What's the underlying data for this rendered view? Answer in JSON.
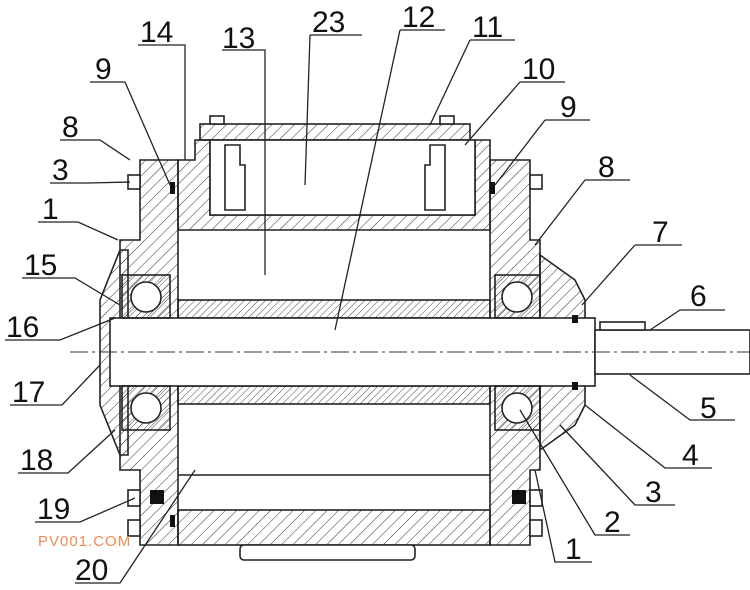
{
  "drawing": {
    "title": "Motor assembly cross-section",
    "callouts": [
      {
        "id": "c14",
        "text": "14"
      },
      {
        "id": "c13",
        "text": "13"
      },
      {
        "id": "c23",
        "text": "23"
      },
      {
        "id": "c12",
        "text": "12"
      },
      {
        "id": "c11",
        "text": "11"
      },
      {
        "id": "c10",
        "text": "10"
      },
      {
        "id": "c9r",
        "text": "9"
      },
      {
        "id": "c8r",
        "text": "8"
      },
      {
        "id": "c7",
        "text": "7"
      },
      {
        "id": "c6",
        "text": "6"
      },
      {
        "id": "c5",
        "text": "5"
      },
      {
        "id": "c4",
        "text": "4"
      },
      {
        "id": "c3r",
        "text": "3"
      },
      {
        "id": "c2",
        "text": "2"
      },
      {
        "id": "c1r",
        "text": "1"
      },
      {
        "id": "c9l",
        "text": "9"
      },
      {
        "id": "c8l",
        "text": "8"
      },
      {
        "id": "c3l",
        "text": "3"
      },
      {
        "id": "c1l",
        "text": "1"
      },
      {
        "id": "c15",
        "text": "15"
      },
      {
        "id": "c16",
        "text": "16"
      },
      {
        "id": "c17",
        "text": "17"
      },
      {
        "id": "c18",
        "text": "18"
      },
      {
        "id": "c19",
        "text": "19"
      },
      {
        "id": "c20",
        "text": "20"
      }
    ],
    "watermark": "PV001.COM"
  }
}
